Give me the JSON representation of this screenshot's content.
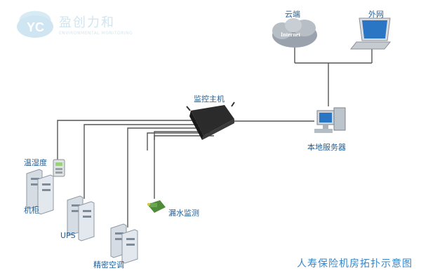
{
  "logo": {
    "badge_text": "YC",
    "name": "盈创力和",
    "subtitle": "ENVIRONMENTAL MONITORING"
  },
  "nodes": {
    "cloud": {
      "label": "云端",
      "badge": "Internet"
    },
    "extranet": {
      "label": "外网"
    },
    "host": {
      "label": "监控主机"
    },
    "server": {
      "label": "本地服务器"
    },
    "sensor_th": {
      "label": "温湿度"
    },
    "cabinet": {
      "label": "机柜"
    },
    "ups": {
      "label": "UPS"
    },
    "aircon": {
      "label": "精密空调"
    },
    "leak": {
      "label": "漏水监测"
    }
  },
  "title": "人寿保险机房拓扑示意图",
  "colors": {
    "line": "#555555",
    "label": "#1f5f9a",
    "title": "#3a86c9",
    "logo": "#cfe6f2"
  }
}
